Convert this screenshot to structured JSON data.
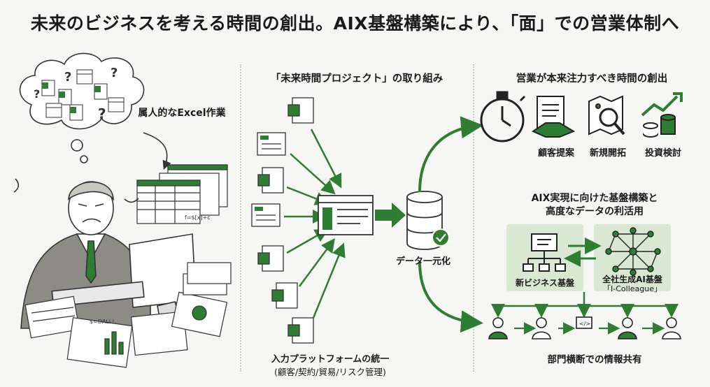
{
  "title": "未来のビジネスを考える時間の創出。AIX基盤構築により、「面」での営業体制へ",
  "left": {
    "thought_label": "属人的なExcel作業",
    "doc_text": "$=DALL!"
  },
  "middle": {
    "heading": "「未来時間プロジェクト」の取り組み",
    "platform_label": "入力プラットフォームの統一",
    "platform_sub": "(顧客/契約/貿易/リスク管理)",
    "db_label": "データ一元化"
  },
  "right": {
    "heading": "営業が本来注力すべき時間の創出",
    "activities": [
      "顧客提案",
      "新規開拓",
      "投資検討"
    ],
    "foundation_heading_line1": "AIX実現に向けた基盤構築と",
    "foundation_heading_line2": "高度なデータの利活用",
    "new_business_label": "新ビジネス基盤",
    "ai_label": "全社生成AI基盤",
    "ai_sub": "「I-Colleague」",
    "cross_label": "部門横断での情報共有"
  },
  "colors": {
    "accent": "#2e7d32",
    "light_green": "#d9e8d3",
    "ink": "#1a1a1a"
  }
}
